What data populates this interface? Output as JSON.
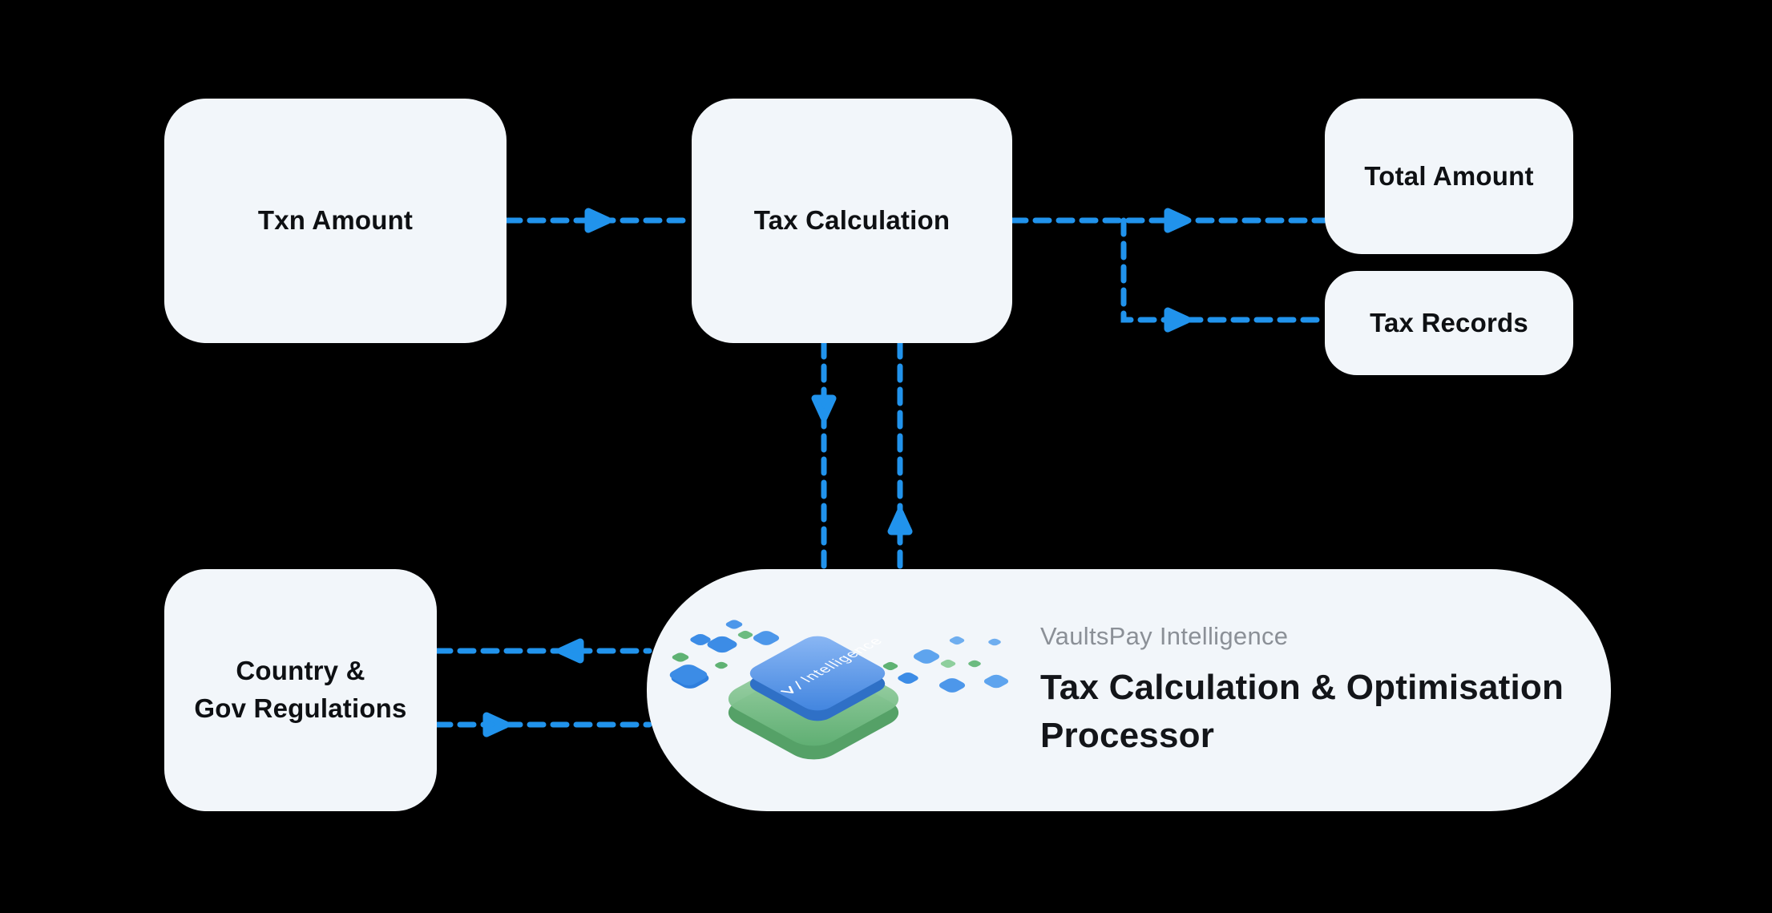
{
  "canvas": {
    "background": "#000000",
    "accent_blue": "#2193ec",
    "node_fill": "#f2f6fa"
  },
  "nodes": {
    "txn_amount": {
      "label": "Txn Amount"
    },
    "tax_calculation": {
      "label": "Tax Calculation"
    },
    "total_amount": {
      "label": "Total Amount"
    },
    "tax_records": {
      "label": "Tax Records"
    },
    "country_regulations": {
      "label_line1": "Country &",
      "label_line2": "Gov Regulations"
    },
    "processor": {
      "brand": "VaultsPay Intelligence",
      "title": "Tax Calculation & Optimisation Processor",
      "chip_label": "Intelligence"
    }
  }
}
